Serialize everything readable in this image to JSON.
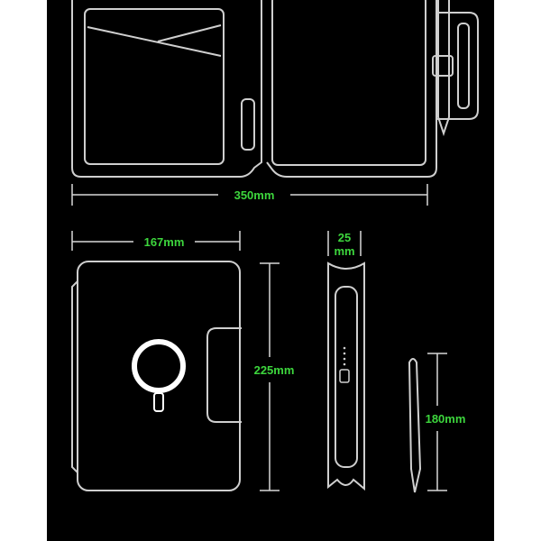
{
  "colors": {
    "background": "#000000",
    "outline": "#cfcfcf",
    "dimension_line": "#d8d8d8",
    "label": "#3dd63d",
    "ring": "#ffffff"
  },
  "dimensions": {
    "open_width": "350mm",
    "closed_width": "167mm",
    "thickness_line1": "25",
    "thickness_line2": "mm",
    "height": "225mm",
    "pen_length": "180mm"
  },
  "icons": {
    "wireless_charger": "magnetic-charging-ring-icon"
  }
}
